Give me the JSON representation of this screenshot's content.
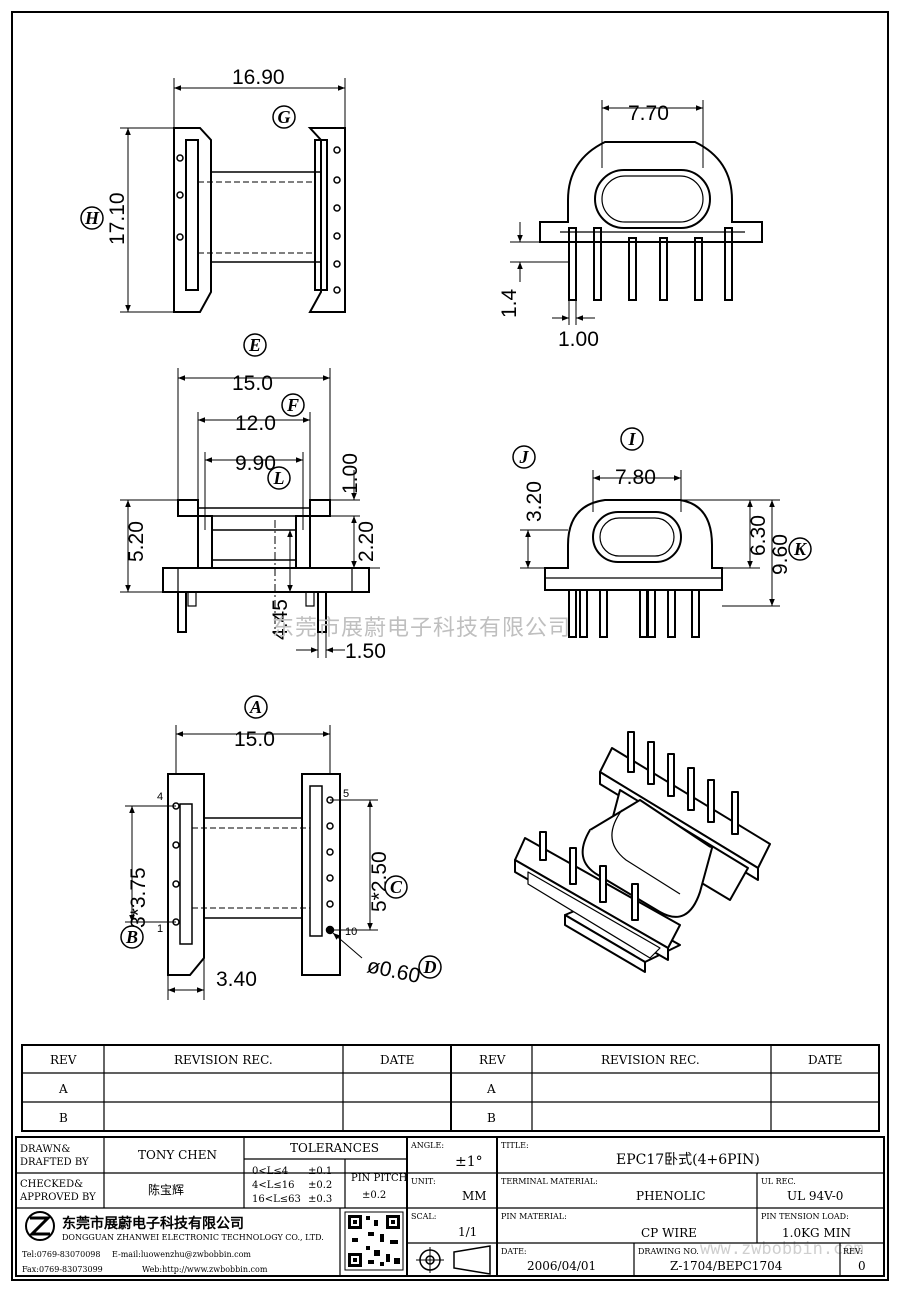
{
  "dimensions": {
    "g_width": "16.90",
    "h_height": "17.10",
    "front_width": "7.70",
    "pin_offset": "1.4",
    "pin_width": "1.00",
    "e_width": "15.0",
    "f_width": "12.0",
    "l_width": "9.90",
    "top_flange": "1.00",
    "total_height": "5.20",
    "core_height": "2.20",
    "pin_length": "4.45",
    "pin_thickness": "1.50",
    "i_width": "7.80",
    "j_height": "3.20",
    "side_height": "6.30",
    "k_height": "9.60",
    "a_width": "15.0",
    "b_spacing": "3*3.75",
    "c_spacing": "5*2.50",
    "base_offset": "3.40",
    "d_diameter": "ø0.60"
  },
  "labels": {
    "A": "A",
    "B": "B",
    "C": "C",
    "D": "D",
    "E": "E",
    "F": "F",
    "G": "G",
    "H": "H",
    "I": "I",
    "J": "J",
    "K": "K",
    "L": "L"
  },
  "pins": {
    "p4": "4",
    "p5": "5",
    "p1": "1",
    "p10": "10"
  },
  "watermark": {
    "company": "东莞市展蔚电子科技有限公司",
    "url": "www.zwbobbin.com"
  },
  "revision_table": {
    "headers": [
      "REV",
      "REVISION REC.",
      "DATE",
      "REV",
      "REVISION REC.",
      "DATE"
    ],
    "rows": [
      [
        "A",
        "",
        "",
        "A",
        "",
        ""
      ],
      [
        "B",
        "",
        "",
        "B",
        "",
        ""
      ]
    ]
  },
  "title_block": {
    "drawn_label": "DRAWN&\nDRAFTED BY",
    "drawn_value": "TONY CHEN",
    "checked_label": "CHECKED&\nAPPROVED BY",
    "checked_value": "陈宝辉",
    "tolerances_label": "TOLERANCES",
    "tol_rows": [
      [
        "0<L≤4",
        "±0.1"
      ],
      [
        "4<L≤16",
        "±0.2"
      ],
      [
        "16<L≤63",
        "±0.3"
      ]
    ],
    "pin_pitch_label": "PIN PITCH",
    "pin_pitch_value": "±0.2",
    "angle_label": "ANGLE:",
    "angle_value": "±1°",
    "unit_label": "UNIT:",
    "unit_value": "MM",
    "scale_label": "SCAL:",
    "scale_value": "1/1",
    "title_label": "TITLE:",
    "title_value": "EPC17卧式(4+6PIN)",
    "terminal_label": "TERMINAL MATERIAL:",
    "terminal_value": "PHENOLIC",
    "ul_label": "UL REC.",
    "ul_value": "UL 94V-0",
    "pin_material_label": "PIN MATERIAL:",
    "pin_material_value": "CP WIRE",
    "tension_label": "PIN TENSION LOAD:",
    "tension_value": "1.0KG MIN",
    "date_label": "DATE:",
    "date_value": "2006/04/01",
    "drawing_no_label": "DRAWING NO.",
    "drawing_no_value": "Z-1704/BEPC1704",
    "rev_label": "REV:",
    "rev_value": "0",
    "company_cn": "东莞市展蔚电子科技有限公司",
    "company_en": "DONGGUAN ZHANWEI ELECTRONIC TECHNOLOGY CO., LTD.",
    "tel": "Tel:0769-83070098",
    "email": "E-mail:luowenzhu@zwbobbin.com",
    "fax": "Fax:0769-83073099",
    "web": "Web:http://www.zwbobbin.com"
  }
}
